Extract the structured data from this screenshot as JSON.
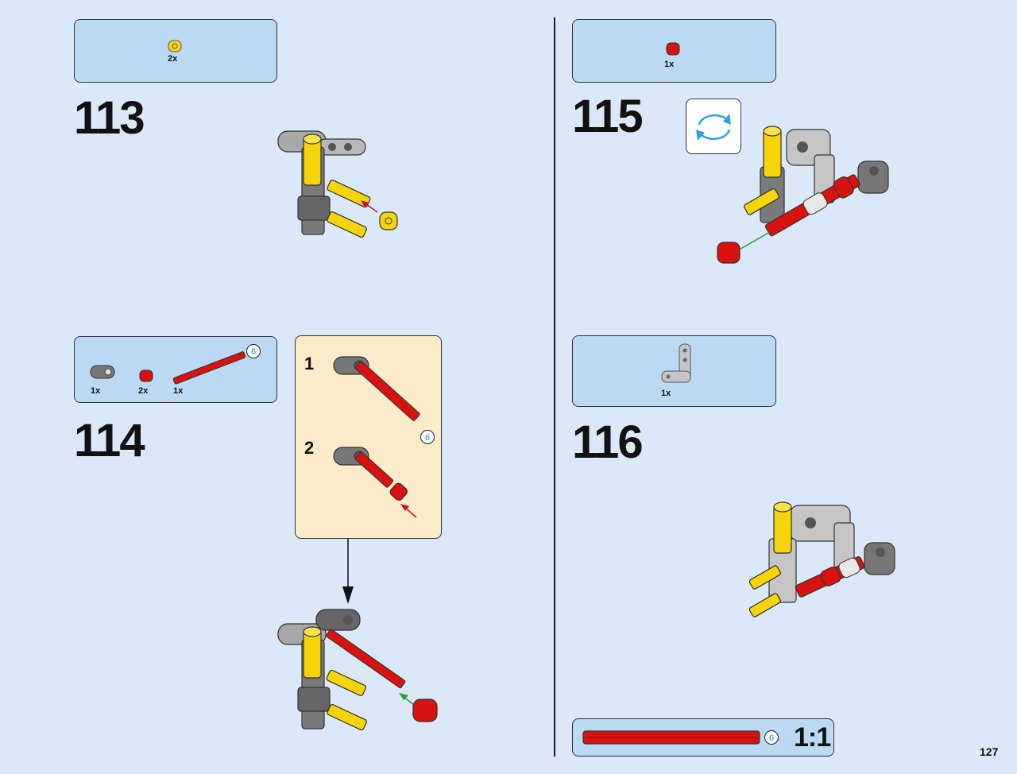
{
  "steps": {
    "s113": {
      "number": "113",
      "parts": [
        {
          "name": "yellow-bush",
          "qty": "2x"
        }
      ]
    },
    "s114": {
      "number": "114",
      "parts": [
        {
          "name": "gray-connector",
          "qty": "1x"
        },
        {
          "name": "red-bush",
          "qty": "2x"
        },
        {
          "name": "red-axle",
          "qty": "1x"
        }
      ],
      "axle_length": "6",
      "substeps": [
        {
          "number": "1",
          "axle_length": "6"
        },
        {
          "number": "2"
        }
      ]
    },
    "s115": {
      "number": "115",
      "parts": [
        {
          "name": "red-bush",
          "qty": "1x"
        }
      ],
      "rotate_icon": "rotate-arrows-icon"
    },
    "s116": {
      "number": "116",
      "parts": [
        {
          "name": "gray-beam-bent",
          "qty": "1x"
        }
      ]
    }
  },
  "scale_ruler": {
    "axle_length": "6",
    "scale": "1:1"
  },
  "page_number": "127",
  "colors": {
    "background": "#dae8f7",
    "parts_box": "#bcd9f3",
    "sub_box": "#fcebc8",
    "yellow": "#f5d40a",
    "red": "#d9120f",
    "gray": "#8a8a8a",
    "dark_gray": "#555555"
  }
}
